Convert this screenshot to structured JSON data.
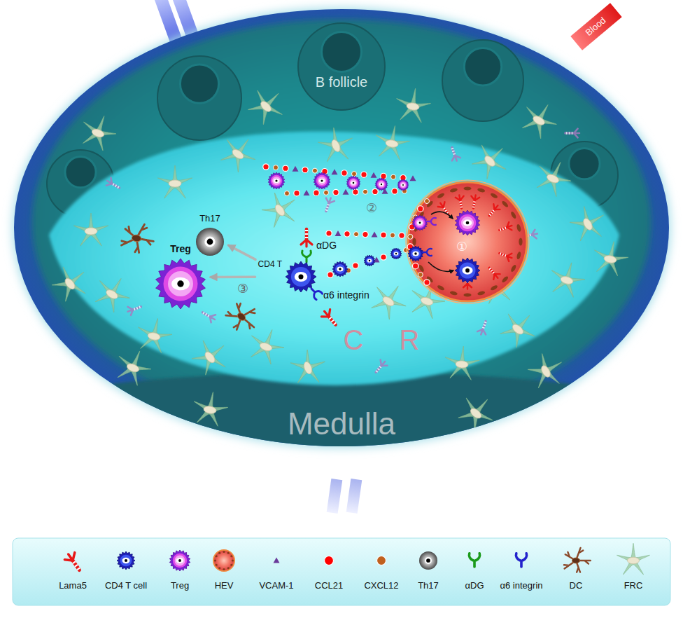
{
  "diagram": {
    "nodes": [
      {
        "text": [
          "Th17"
        ]
      },
      {
        "text": [
          "Treg"
        ]
      },
      {
        "text": [
          "CD4 T"
        ]
      }
    ],
    "edges": [
      {
        "from": 2,
        "to": 0,
        "arrow": "to"
      },
      {
        "from": 2,
        "to": 1,
        "arrow": "to"
      }
    ],
    "labels": [
      "B follicle",
      "Blood",
      "①",
      "②",
      "③",
      "αDG",
      "α6 integrin",
      "C",
      "R",
      "Medulla"
    ],
    "legend": [
      {
        "text": "Lama5"
      },
      {
        "text": "CD4 T cell"
      },
      {
        "text": "Treg"
      },
      {
        "text": "HEV"
      },
      {
        "text": "VCAM-1"
      },
      {
        "text": "CCL21",
        "color": "#ff0000"
      },
      {
        "text": "CXCL12",
        "color": "#c0601e"
      },
      {
        "text": "Th17"
      },
      {
        "text": "αDG"
      },
      {
        "text": "α6 integrin"
      },
      {
        "text": "DC"
      },
      {
        "text": "FRC"
      }
    ]
  }
}
